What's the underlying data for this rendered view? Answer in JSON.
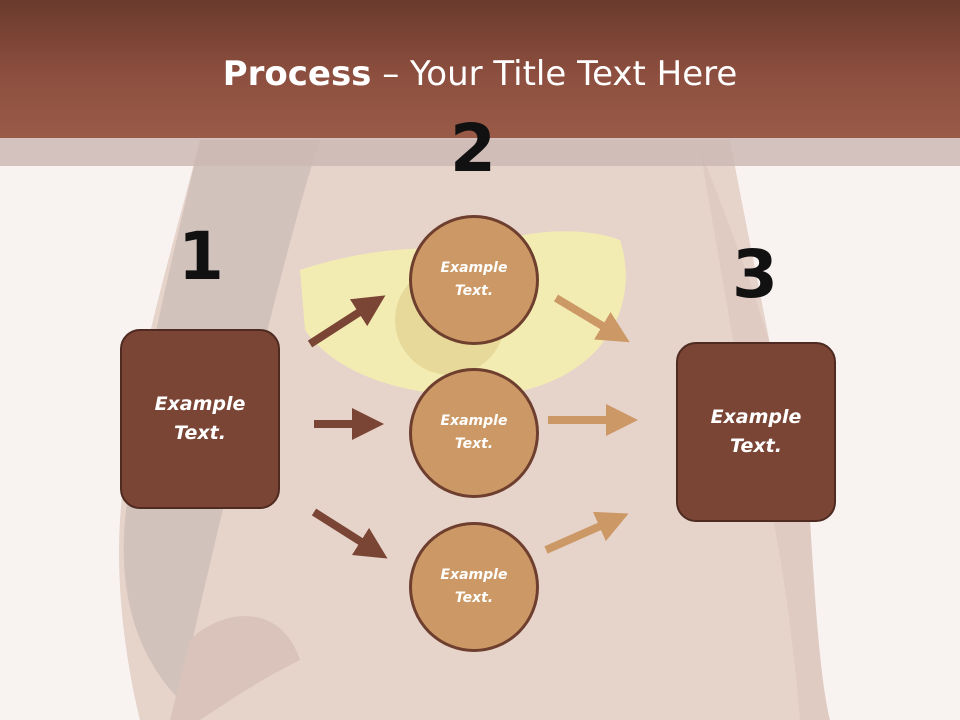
{
  "title": {
    "bold": "Process",
    "rest": " – Your Title Text Here"
  },
  "steps": {
    "one": "1",
    "two": "2",
    "three": "3"
  },
  "left_box": {
    "line1": "Example",
    "line2": "Text."
  },
  "right_box": {
    "line1": "Example",
    "line2": "Text."
  },
  "circles": [
    {
      "line1": "Example",
      "line2": "Text."
    },
    {
      "line1": "Example",
      "line2": "Text."
    },
    {
      "line1": "Example",
      "line2": "Text."
    }
  ],
  "colors": {
    "title_bar": "#8d4f3f",
    "box_fill": "#7a4535",
    "circle_fill": "#cc9966",
    "arrow_dark": "#7a4535",
    "arrow_light": "#cc9966"
  }
}
